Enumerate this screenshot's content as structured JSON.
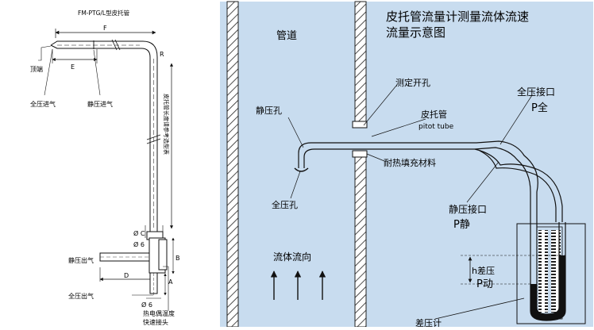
{
  "left_figure": {
    "title": "FM-PTG/L型皮托管",
    "dim_f": "F",
    "dim_e": "E",
    "dim_r": "R",
    "tip_label": "顶端",
    "total_pressure_inlet": "全压进气",
    "static_pressure_inlet": "静压进气",
    "vertical_note": "皮托管长度请参考选型表",
    "dim_c": "Ø C",
    "dim_6_top": "Ø 6",
    "dim_b": "B",
    "dim_d": "D",
    "dim_a": "A",
    "dim_6_bottom": "Ø 6",
    "static_pressure_outlet": "静压出气",
    "total_pressure_outlet": "全压出气",
    "thermocouple_line1": "热电偶温度",
    "thermocouple_line2": "快速接头"
  },
  "right_figure": {
    "title_line1": "皮托管流量计测量流体流速",
    "title_line2": "流量示意图",
    "pipe_label": "管道",
    "measuring_hole": "测定开孔",
    "static_hole": "静压孔",
    "pitot_tube_cn": "皮托管",
    "pitot_tube_en": "pitot tube",
    "filler": "耐热填充材料",
    "total_port": "全压接口",
    "p_total": "P全",
    "total_hole": "全压孔",
    "static_port": "静压接口",
    "p_static": "P静",
    "flow_direction": "流体流向",
    "h_diff": "h差压",
    "p_dynamic": "P动",
    "manometer": "差压计"
  },
  "colors": {
    "panel_bg": "#c8dcef",
    "wall_fill": "#ffffff",
    "line": "#1a1a1a"
  }
}
